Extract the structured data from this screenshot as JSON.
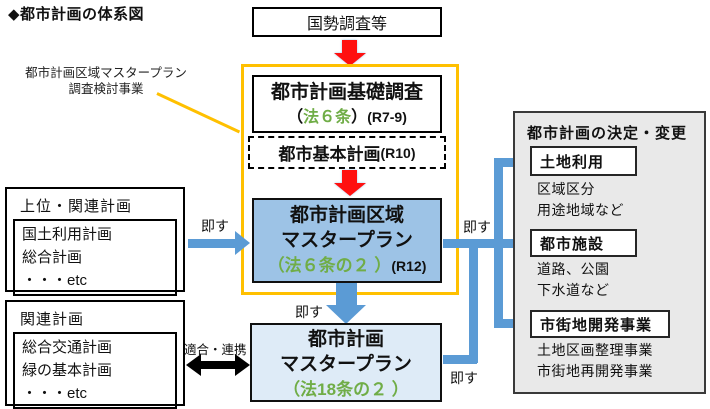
{
  "title": "◆都市計画の体系図",
  "annotation": {
    "line1": "都市計画区域マスタープラン",
    "line2": "調査検討事業"
  },
  "census_box": {
    "label": "国勢調査等"
  },
  "survey_box": {
    "title": "都市計画基礎調査",
    "paren_open": "（",
    "law": "法６条",
    "paren_close": "）",
    "period": "(R7-9)"
  },
  "basic_plan_box": {
    "title": "都市基本計画",
    "period": "(R10)"
  },
  "area_mp_box": {
    "title_line1": "都市計画区域",
    "title_line2": "マスタープラン",
    "law": "（法６条の２ ）",
    "period": "(R12)"
  },
  "city_mp_box": {
    "title_line1": "都市計画",
    "title_line2": "マスタープラン",
    "law": "（法18条の２ ）"
  },
  "upper_plans_box": {
    "title": "上位・関連計画",
    "items": [
      "国土利用計画",
      "総合計画",
      "・・・etc"
    ]
  },
  "related_plans_box": {
    "title": "関連計画",
    "items": [
      "総合交通計画",
      "緑の基本計画",
      "・・・etc"
    ]
  },
  "decision_box": {
    "title": "都市計画の決定・変更",
    "sections": [
      {
        "heading": "土地利用",
        "items": [
          "区域区分",
          "用途地域など"
        ]
      },
      {
        "heading": "都市施設",
        "items": [
          "道路、公園",
          "下水道など"
        ]
      },
      {
        "heading": "市街地開発事業",
        "items": [
          "土地区画整理事業",
          "市街地再開発事業"
        ]
      }
    ]
  },
  "arrow_labels": {
    "sokusu_left": "即す",
    "sokusu_center": "即す",
    "sokusu_right_top": "即す",
    "sokusu_right_bottom": "即す",
    "conform": "適合・連携"
  },
  "colors": {
    "orange": "#FFC000",
    "blue_arrow": "#5B9BD5",
    "area_mp_fill": "#9DC3E6",
    "city_mp_fill": "#DEEBF7",
    "decision_fill": "#E9E9E9",
    "green_text": "#70AD47",
    "red_arrow": "#FF1010"
  }
}
